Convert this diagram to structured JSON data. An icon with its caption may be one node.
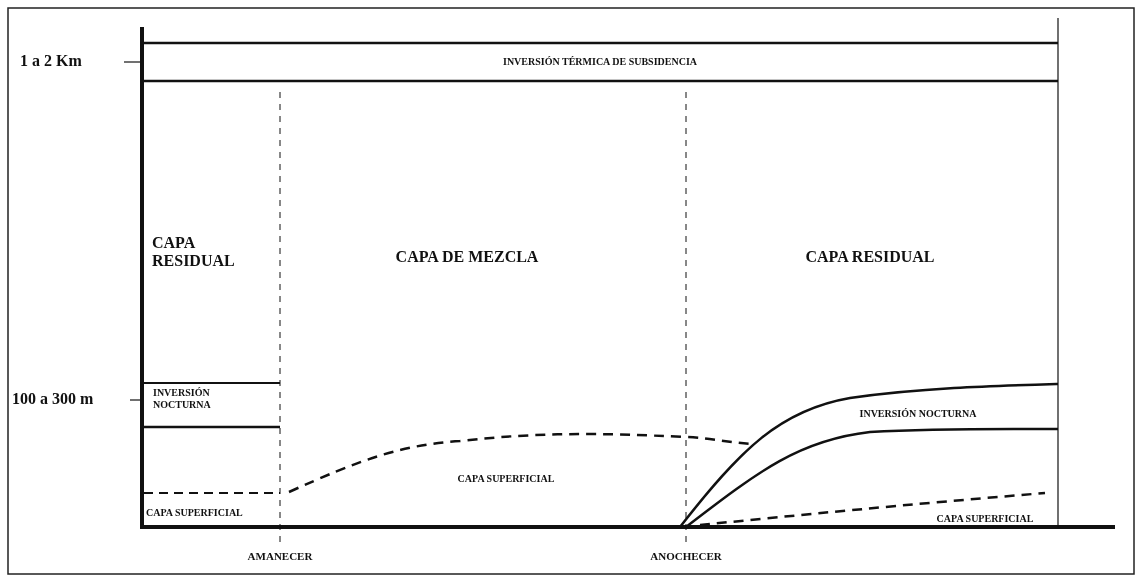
{
  "diagram": {
    "labels": [
      "1 a 2 Km",
      "INVERSIÓN TÉRMICA DE SUBSIDENCIA",
      "CAPA RESIDUAL",
      "CAPA DE MEZCLA",
      "CAPA RESIDUAL",
      "100 a 300 m",
      "INVERSIÓN NOCTURNA",
      "INVERSIÓN NOCTURNA",
      "CAPA SUPERFICIAL",
      "CAPA SUPERFICIAL",
      "CAPA SUPERFICIAL",
      "AMANECER",
      "ANOCHECER"
    ]
  }
}
